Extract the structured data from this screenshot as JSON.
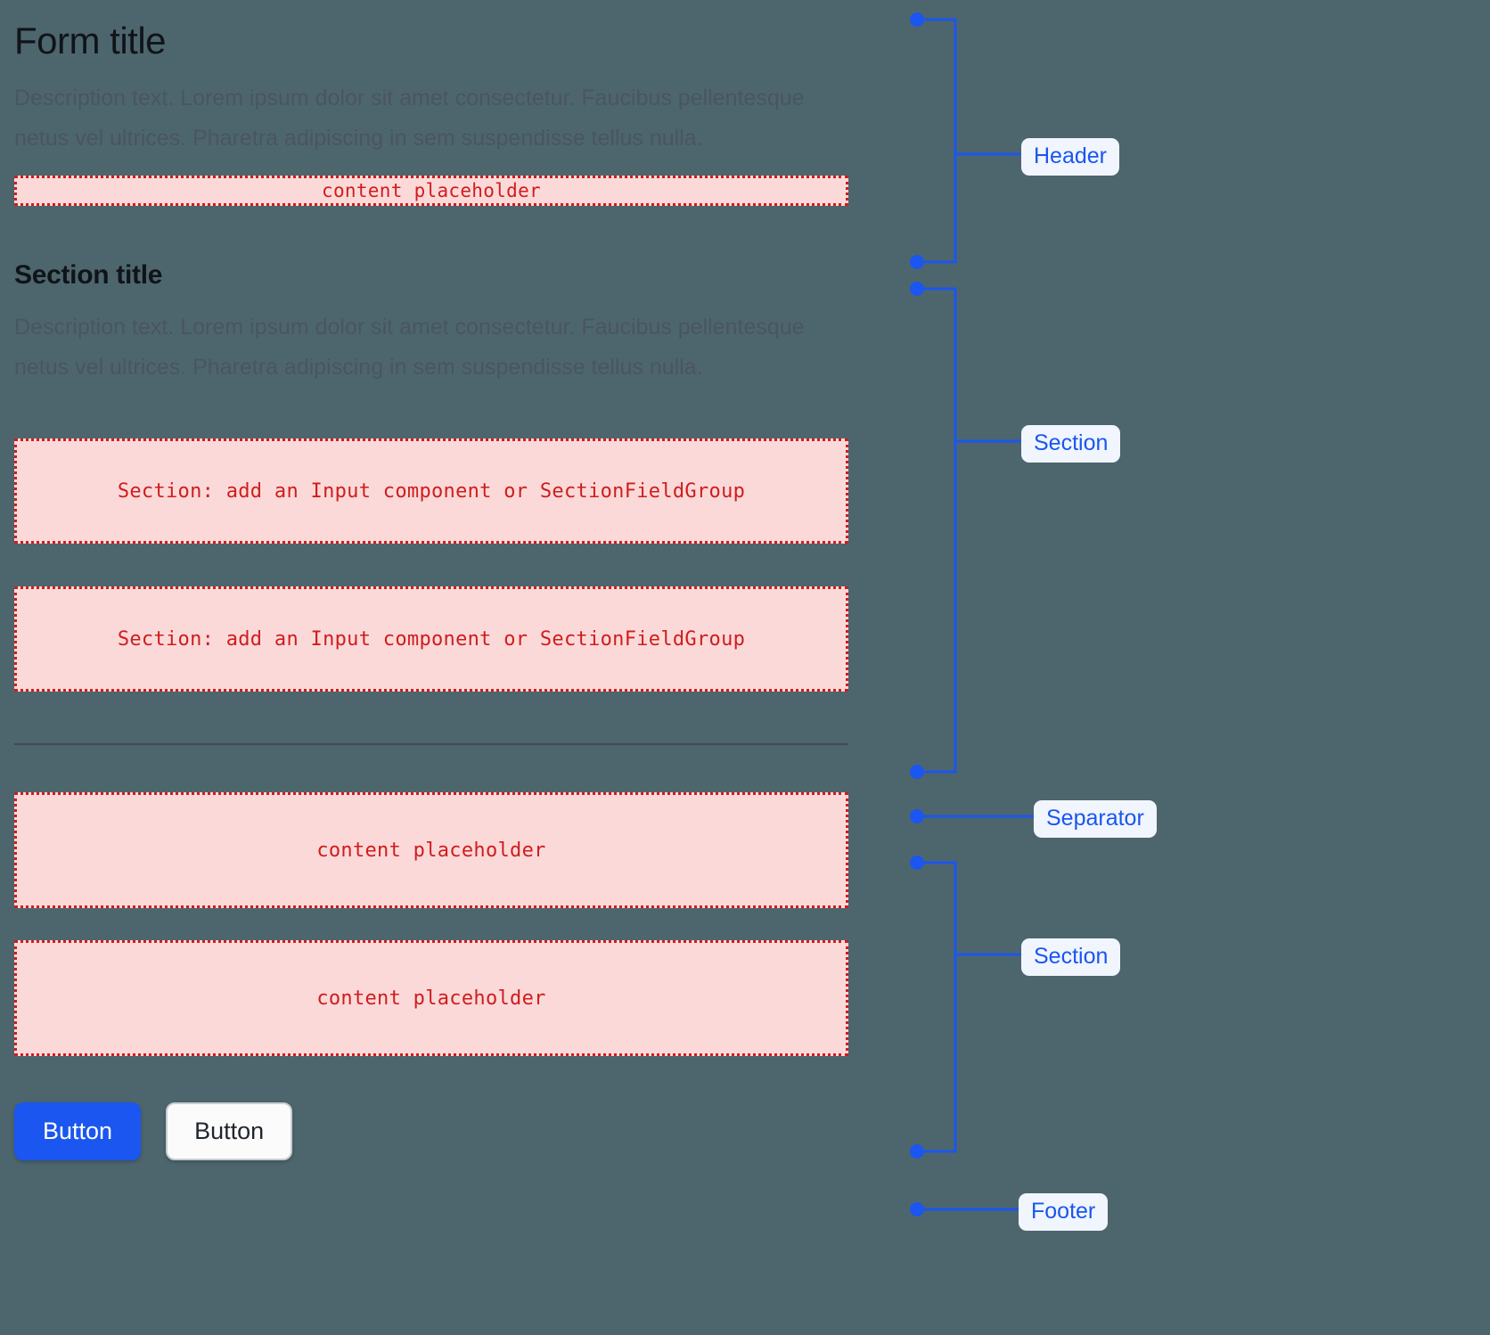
{
  "theme": {
    "background": "#4d666e",
    "accent_blue": "#1a56ef",
    "annotation_badge_bg": "#f1f5fe",
    "placeholder_fill": "#fcd9d9",
    "placeholder_border": "#cf1d1d",
    "placeholder_text": "#cf1d1d",
    "heading_color": "#101418",
    "description_color": "#4a5560",
    "separator_color": "#3f4b57"
  },
  "header": {
    "title": "Form title",
    "description": "Description text. Lorem ipsum dolor sit amet consectetur. Faucibus pellentesque netus vel ultrices. Pharetra adipiscing in sem suspendisse tellus nulla.",
    "placeholder": "content placeholder"
  },
  "section": {
    "title": "Section title",
    "description": "Description text. Lorem ipsum dolor sit amet consectetur. Faucibus pellentesque netus vel ultrices. Pharetra adipiscing in sem suspendisse tellus nulla.",
    "field_placeholder_1": "Section: add an Input component or SectionFieldGroup",
    "field_placeholder_2": "Section: add an Input component or SectionFieldGroup"
  },
  "section_two": {
    "placeholder_1": "content placeholder",
    "placeholder_2": "content placeholder"
  },
  "footer": {
    "primary_button": "Button",
    "secondary_button": "Button"
  },
  "annotations": {
    "header_label": "Header",
    "section_label": "Section",
    "separator_label": "Separator",
    "section_two_label": "Section",
    "footer_label": "Footer"
  }
}
